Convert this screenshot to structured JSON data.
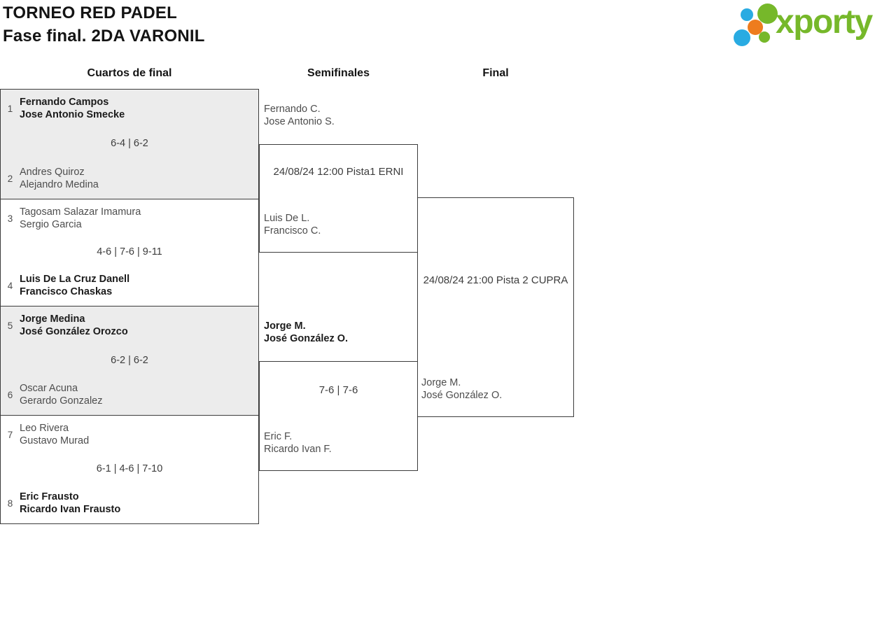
{
  "page": {
    "title_line1": "TORNEO RED PADEL",
    "title_line2": "Fase final. 2DA VARONIL"
  },
  "logo": {
    "text": "xporty"
  },
  "columns": [
    {
      "label": "Cuartos de final"
    },
    {
      "label": "Semifinales"
    },
    {
      "label": "Final"
    }
  ],
  "quarterfinals": [
    {
      "seed1": "1",
      "team1": [
        "Fernando Campos",
        "Jose Antonio Smecke"
      ],
      "t1win": true,
      "score": "6-4 | 6-2",
      "seed2": "2",
      "team2": [
        "Andres Quiroz",
        "Alejandro Medina"
      ],
      "t2win": false,
      "shaded": true
    },
    {
      "seed1": "3",
      "team1": [
        "Tagosam Salazar Imamura",
        "Sergio Garcia"
      ],
      "t1win": false,
      "score": "4-6 | 7-6 | 9-11",
      "seed2": "4",
      "team2": [
        "Luis De La Cruz Danell",
        "Francisco Chaskas"
      ],
      "t2win": true,
      "shaded": false
    },
    {
      "seed1": "5",
      "team1": [
        "Jorge Medina",
        "José González Orozco"
      ],
      "t1win": true,
      "score": "6-2 | 6-2",
      "seed2": "6",
      "team2": [
        "Oscar Acuna",
        "Gerardo Gonzalez"
      ],
      "t2win": false,
      "shaded": true
    },
    {
      "seed1": "7",
      "team1": [
        "Leo Rivera",
        "Gustavo Murad"
      ],
      "t1win": false,
      "score": "6-1 | 4-6 | 7-10",
      "seed2": "8",
      "team2": [
        "Eric Frausto",
        "Ricardo Ivan Frausto"
      ],
      "t2win": true,
      "shaded": false
    }
  ],
  "semifinals": [
    {
      "team1": [
        "Fernando C.",
        "Jose Antonio S."
      ],
      "t1win": false,
      "info": "24/08/24 12:00 Pista1 ERNI",
      "team2": [
        "Luis De L.",
        "Francisco C."
      ],
      "t2win": false
    },
    {
      "team1": [
        "Jorge M.",
        "José González O."
      ],
      "t1win": true,
      "score": "7-6 | 7-6",
      "team2": [
        "Eric F.",
        "Ricardo Ivan F."
      ],
      "t2win": false
    }
  ],
  "final": {
    "info": "24/08/24 21:00 Pista 2 CUPRA",
    "team": [
      "Jorge M.",
      "José González O."
    ],
    "twin": false
  },
  "colors": {
    "accent_green": "#76b82a",
    "accent_blue": "#29abe2",
    "accent_orange": "#ee7c1e",
    "box_border": "#3c3c3c",
    "box_shaded_bg": "#ececec",
    "text_regular": "#4d4d4d",
    "text_bold": "#1b1b1b"
  }
}
